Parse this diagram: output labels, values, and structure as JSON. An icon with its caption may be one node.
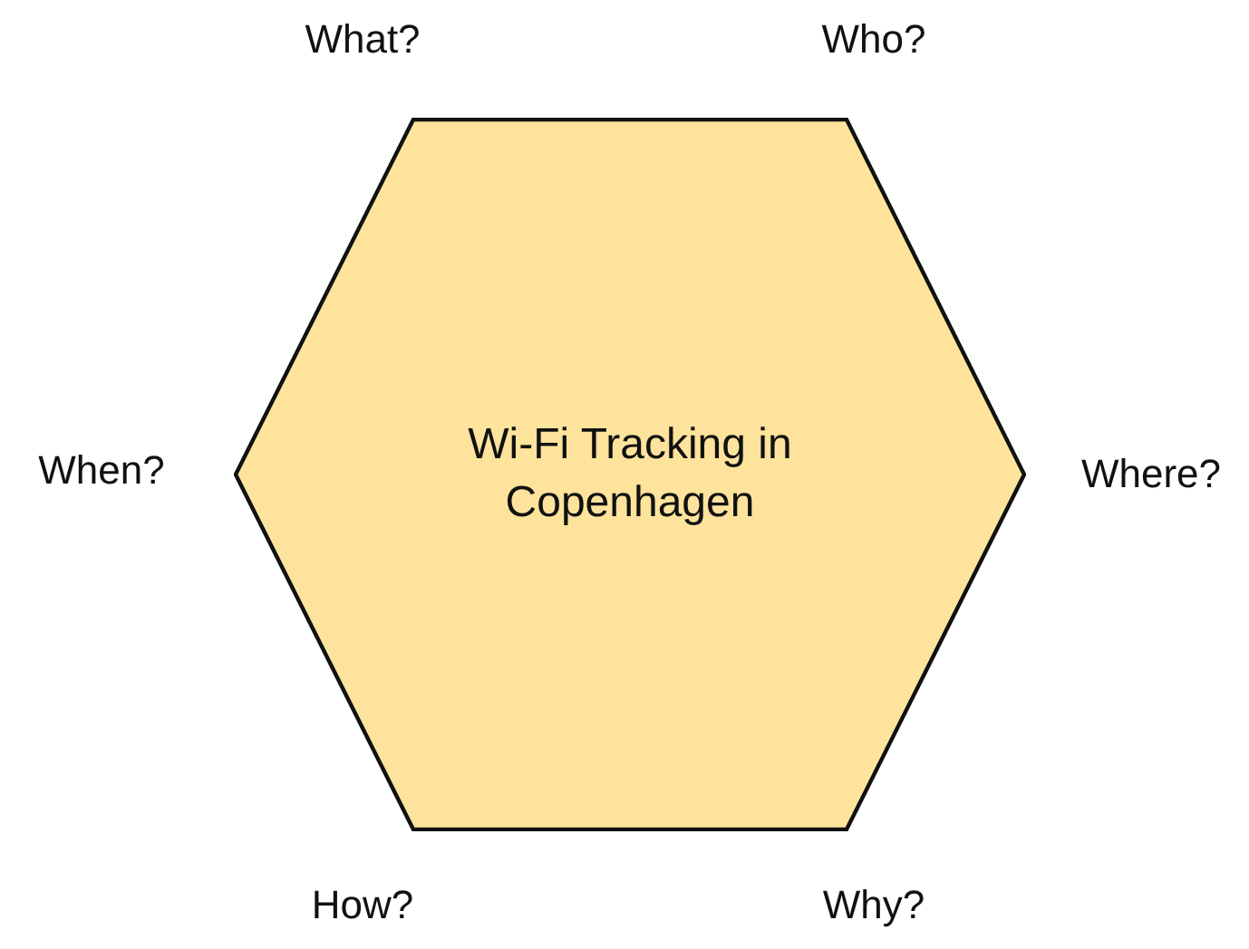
{
  "diagram": {
    "nodes": [
      {
        "text": [
          "Wi-Fi Tracking in Copenhagen"
        ]
      }
    ],
    "labels": [
      "What?",
      "Who?",
      "When?",
      "Where?",
      "How?",
      "Why?"
    ]
  }
}
